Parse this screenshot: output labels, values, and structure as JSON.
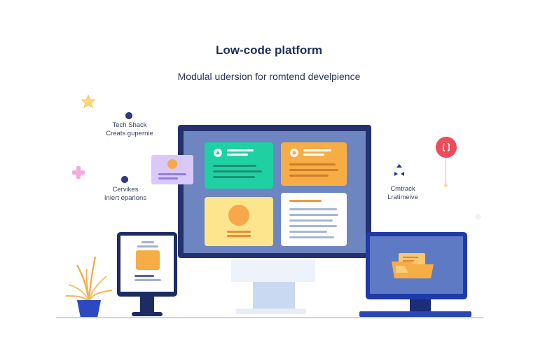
{
  "header": {
    "title": "Low-code platform",
    "subtitle": "Modulal udersion for romtend develpience"
  },
  "notes": {
    "tech_stack": "Tech Shack\nCreats gupernie",
    "services": "Cervikes\nIniert eparions",
    "cmtrack": "Cmtrack\nLratimeive"
  },
  "icons": {
    "star": "star-icon",
    "plus": "plus-icon",
    "badge": "notification-icon",
    "collab": "collaboration-icon"
  },
  "colors": {
    "accent_navy": "#25316d",
    "green": "#1fd0a2",
    "orange": "#f6ad45",
    "yellow": "#fde58e",
    "red": "#ee4b5b",
    "purple": "#d8c9fa"
  }
}
